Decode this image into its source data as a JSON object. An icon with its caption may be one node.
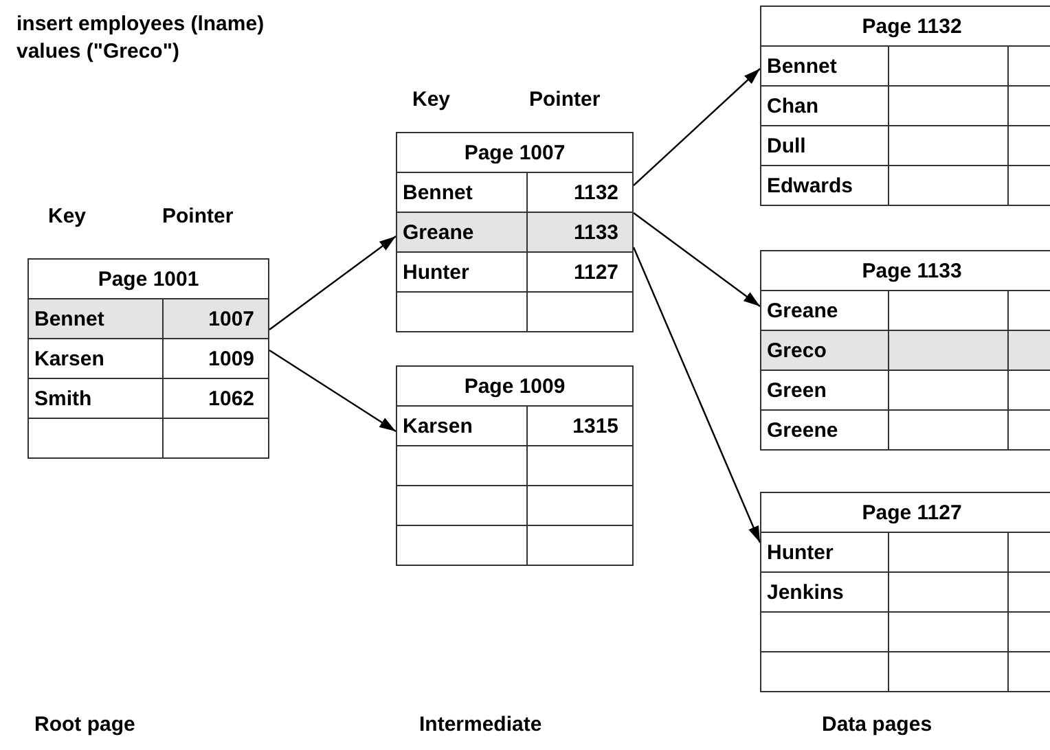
{
  "diagram": {
    "nodes": [
      {
        "text": [
          "Page 1001",
          "Bennet",
          "1007",
          "Karsen",
          "1009",
          "Smith",
          "1062"
        ]
      },
      {
        "text": [
          "Page 1007",
          "Bennet",
          "1132",
          "Greane",
          "1133",
          "Hunter",
          "1127"
        ]
      },
      {
        "text": [
          "Page 1009",
          "Karsen",
          "1315"
        ]
      },
      {
        "text": [
          "Page 1132",
          "Bennet",
          "Chan",
          "Dull",
          "Edwards"
        ]
      },
      {
        "text": [
          "Page 1133",
          "Greane",
          "Greco",
          "Green",
          "Greene"
        ]
      },
      {
        "text": [
          "Page 1127",
          "Hunter",
          "Jenkins"
        ]
      }
    ],
    "edges": [
      {
        "from": 0,
        "to": 1,
        "arrow": "to"
      },
      {
        "from": 0,
        "to": 2,
        "arrow": "to"
      },
      {
        "from": 1,
        "to": 3,
        "arrow": "to"
      },
      {
        "from": 1,
        "to": 4,
        "arrow": "to"
      },
      {
        "from": 1,
        "to": 5,
        "arrow": "to"
      }
    ],
    "labels": [
      "insert employees (lname) values (\"Greco\")",
      "Key",
      "Pointer",
      "Key",
      "Pointer",
      "Root page",
      "Intermediate",
      "Data pages"
    ]
  }
}
